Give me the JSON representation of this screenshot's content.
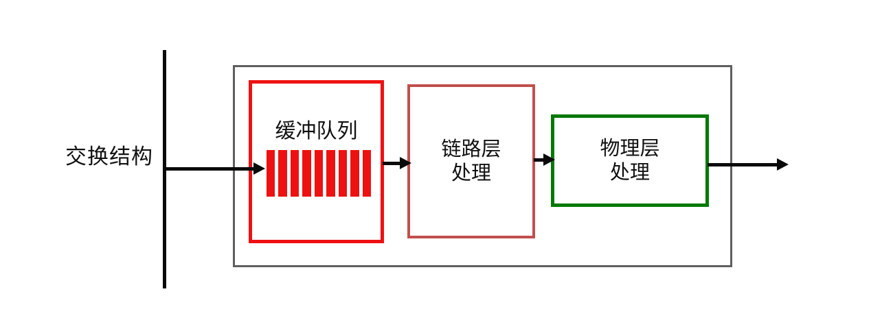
{
  "labels": {
    "switch_fabric": "交换结构",
    "buffer_queue": "缓冲队列",
    "link_layer_line1": "链路层",
    "link_layer_line2": "处理",
    "physical_layer_line1": "物理层",
    "physical_layer_line2": "处理"
  },
  "buffer_box": {
    "bar_count": 9
  },
  "colors": {
    "line_black": "#0a0a0a",
    "outer_border_gray": "#5e5e5e",
    "buffer_border_red": "#ee1111",
    "bar_red": "#ee1111",
    "link_border_brick": "#c0504d",
    "physical_border_green": "#077807",
    "text_black": "#111111",
    "background": "#ffffff"
  }
}
